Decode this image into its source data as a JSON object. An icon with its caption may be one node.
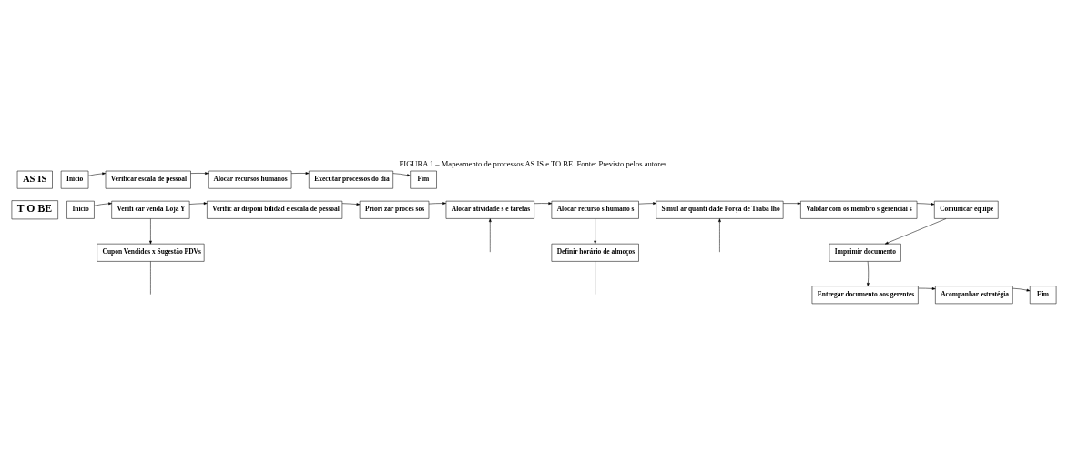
{
  "diagram": {
    "title": "FIGURA 1 – Mapeamento de processos AS IS e TO BE. Fonte: Previsto pelos autores.",
    "nodes": [
      {
        "text": [
          "AS IS"
        ]
      },
      {
        "text": [
          "Início"
        ]
      },
      {
        "text": [
          "Verificar escala de pessoal"
        ]
      },
      {
        "text": [
          "Alocar recursos humanos"
        ]
      },
      {
        "text": [
          "Executar processos do dia"
        ]
      },
      {
        "text": [
          "Fim"
        ]
      },
      {
        "text": [
          "T O BE"
        ]
      },
      {
        "text": [
          "Início"
        ]
      },
      {
        "text": [
          "Verifi car venda Loja Y"
        ]
      },
      {
        "text": [
          "Cupon Vendidos x Sugestão PDVs"
        ]
      },
      {
        "text": [
          "Verific ar disponi bilidad e escala de pessoal"
        ]
      },
      {
        "text": [
          "Priori zar proces sos"
        ]
      },
      {
        "text": [
          "Alocar atividade s e tarefas"
        ]
      },
      {
        "text": [
          "Alocar recurso s humano s"
        ]
      },
      {
        "text": [
          "Definir horário de almoços"
        ]
      },
      {
        "text": [
          "Simul ar quanti dade Força de Traba lho"
        ]
      },
      {
        "text": [
          "Validar com os membro s gerenciai s"
        ]
      },
      {
        "text": [
          "Comunicar equipe"
        ]
      },
      {
        "text": [
          "Imprimir documento"
        ]
      },
      {
        "text": [
          "Entregar documento aos gerentes"
        ]
      },
      {
        "text": [
          "Acompanhar estratégia"
        ]
      },
      {
        "text": [
          "Fim"
        ]
      }
    ],
    "edges": [
      {
        "from": 1,
        "to": 2,
        "arrow": "to"
      },
      {
        "from": 2,
        "to": 3,
        "arrow": "to"
      },
      {
        "from": 3,
        "to": 4,
        "arrow": "to"
      },
      {
        "from": 4,
        "to": 5,
        "arrow": "to"
      },
      {
        "from": 7,
        "to": 8,
        "arrow": "to"
      },
      {
        "from": 8,
        "to": 10,
        "arrow": "to"
      },
      {
        "from": 10,
        "to": 11,
        "arrow": "to"
      },
      {
        "from": 11,
        "to": 12,
        "arrow": "to"
      },
      {
        "from": 12,
        "to": 13,
        "arrow": "to"
      },
      {
        "from": 13,
        "to": 15,
        "arrow": "to"
      },
      {
        "from": 15,
        "to": 16,
        "arrow": "to"
      },
      {
        "from": 16,
        "to": 17,
        "arrow": "to"
      },
      {
        "from": 17,
        "to": 18,
        "arrow": "to"
      },
      {
        "from": 18,
        "to": 19,
        "arrow": "to"
      },
      {
        "from": 19,
        "to": 20,
        "arrow": "to"
      },
      {
        "from": 20,
        "to": 21,
        "arrow": "to"
      },
      {
        "from": 8,
        "to": 9,
        "arrow": "to"
      },
      {
        "from": 13,
        "to": 14,
        "arrow": "to"
      },
      {
        "from": 9,
        "to": null,
        "arrow": "none"
      },
      {
        "from": null,
        "to": 12,
        "arrow": "to"
      },
      {
        "from": 14,
        "to": null,
        "arrow": "none"
      },
      {
        "from": null,
        "to": 15,
        "arrow": "to"
      }
    ]
  }
}
